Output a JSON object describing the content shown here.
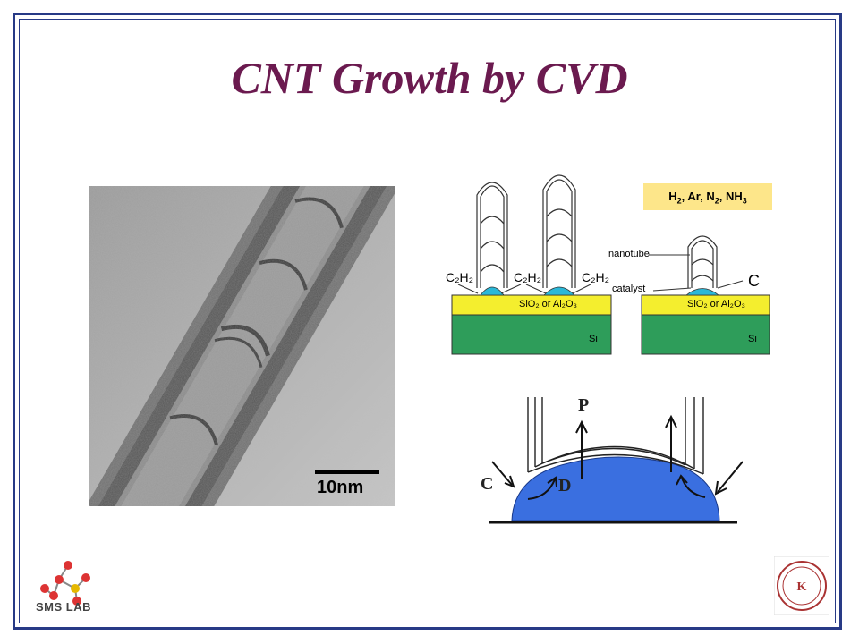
{
  "slide": {
    "title": "CNT Growth by CVD"
  },
  "tem_image": {
    "scale_label": "10nm"
  },
  "gas_box": {
    "parts": [
      "H",
      "2",
      ", Ar, N",
      "2",
      ", NH",
      "3"
    ]
  },
  "growth_diagram": {
    "left_labels": [
      "C₂H₂",
      "C₂H₂",
      "C₂H₂"
    ],
    "layer_oxide": "SiO₂ or Al₂O₃",
    "layer_si": "Si",
    "nanotube_label": "nanotube",
    "catalyst_label": "catalyst",
    "c_label": "C",
    "right_oxide": "SiO₂ or Al₂O₃",
    "right_si": "Si"
  },
  "mechanism": {
    "p_label": "P",
    "c_label": "C",
    "d_label": "D"
  },
  "logo": {
    "text": "SMS LAB"
  },
  "colors": {
    "title": "#6b1a4f",
    "frame": "#283a86",
    "gas_box": "#fde68a",
    "oxide": "#f4ee2e",
    "si": "#2e9d5a",
    "catalyst": "#2bb8d8",
    "droplet": "#3a6fe0"
  }
}
